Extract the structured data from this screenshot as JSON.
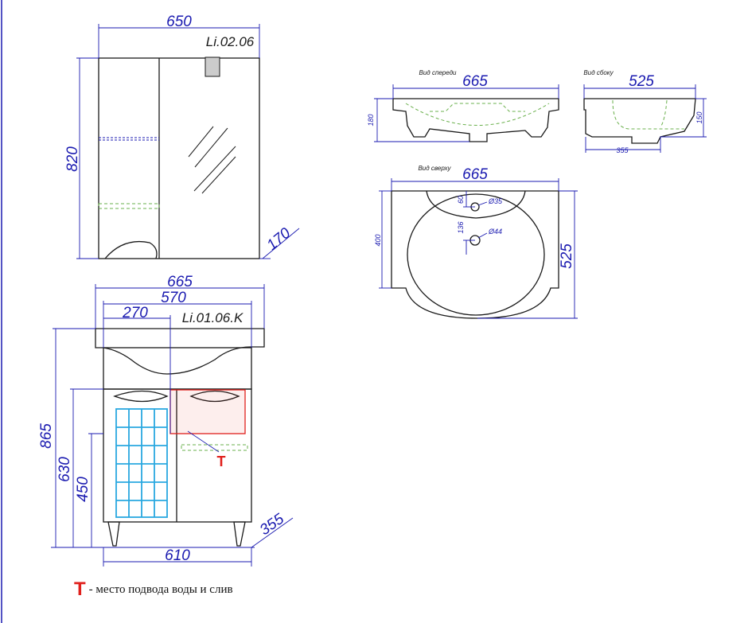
{
  "models": {
    "mirror_cabinet": "Li.02.06",
    "vanity": "Li.01.06.K"
  },
  "dimensions": {
    "mirror_width": "650",
    "mirror_height": "820",
    "mirror_depth": "170",
    "vanity_top_width": "665",
    "vanity_inner_width": "570",
    "vanity_section_width": "270",
    "vanity_height": "865",
    "vanity_cabinet_height": "630",
    "vanity_door_height": "450",
    "vanity_depth": "355",
    "vanity_bottom_width": "610",
    "sink_front_width": "665",
    "sink_front_height": "180",
    "sink_side_depth": "525",
    "sink_side_height": "150",
    "sink_side_bottom": "355",
    "sink_top_width": "665",
    "sink_top_depth": "525",
    "sink_top_inner": "400",
    "hole_offset_60": "60",
    "hole_offset_136": "136",
    "hole_d35": "Ø35",
    "hole_d44": "Ø44"
  },
  "views": {
    "front": "Вид спереди",
    "side": "Вид сбоку",
    "top": "Вид сверху"
  },
  "legend": {
    "symbol": "T",
    "text": "- место подвода воды и слив"
  },
  "colors": {
    "dimension": "#1a1ab0",
    "outline": "#1a1a1a",
    "hidden": "#6ab04c",
    "basket": "#29a8e0",
    "drawer": "#e0201c"
  }
}
